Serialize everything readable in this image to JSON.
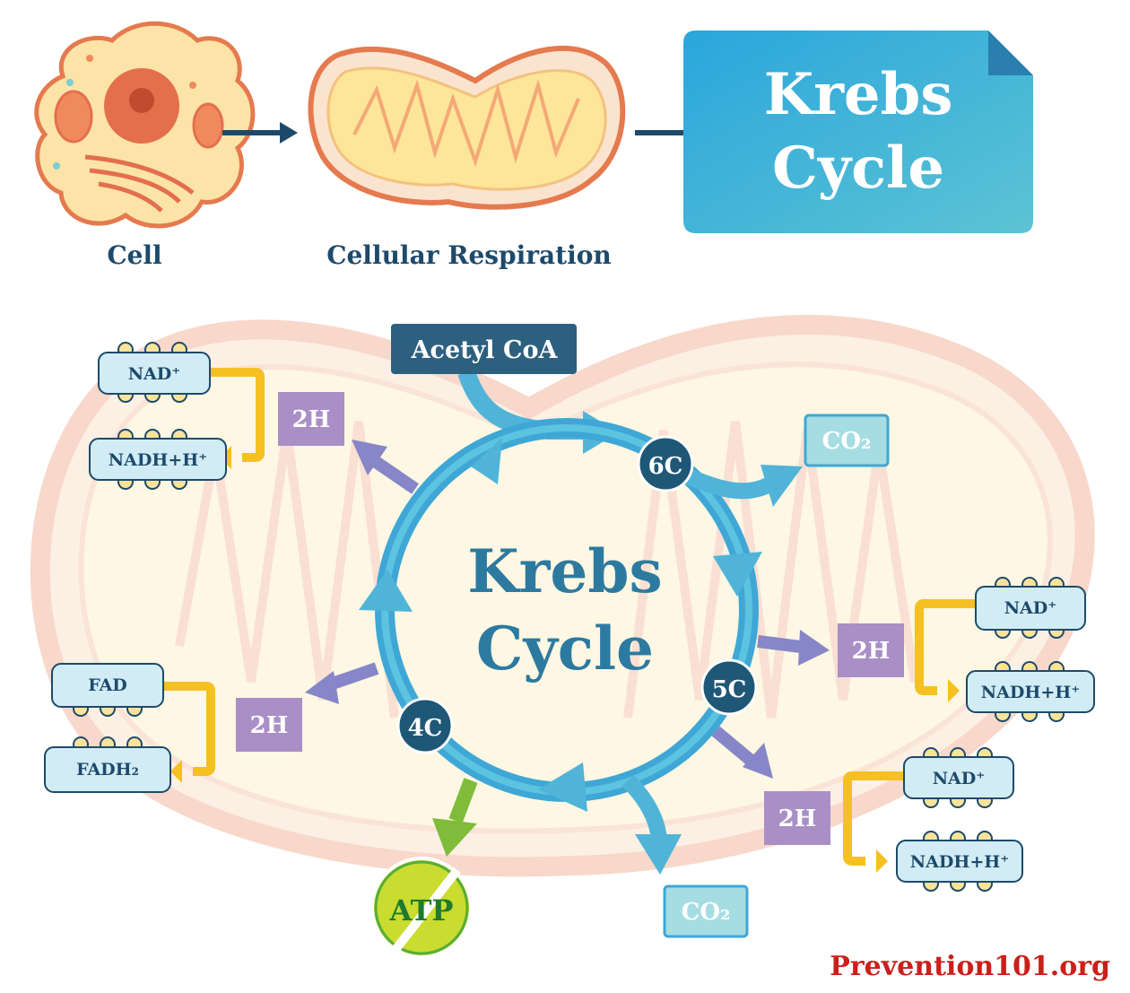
{
  "header": {
    "cell_label": "Cell",
    "respiration_label": "Cellular Respiration",
    "title_line1": "Krebs",
    "title_line2": "Cycle"
  },
  "cycle": {
    "center_line1": "Krebs",
    "center_line2": "Cycle",
    "input": "Acetyl CoA",
    "node_6c": "6C",
    "node_5c": "5C",
    "node_4c": "4C",
    "atp": "ATP"
  },
  "outputs": {
    "co2_top": "CO₂",
    "co2_bottom": "CO₂",
    "h_top_left": "2H",
    "h_left": "2H",
    "h_right": "2H",
    "h_bottom_right": "2H"
  },
  "carriers": {
    "top_left": {
      "from": "NAD⁺",
      "to": "NADH+H⁺"
    },
    "left": {
      "from": "FAD",
      "to": "FADH₂"
    },
    "right": {
      "from": "NAD⁺",
      "to": "NADH+H⁺"
    },
    "bottom_right": {
      "from": "NAD⁺",
      "to": "NADH+H⁺"
    }
  },
  "footer": {
    "site": "Prevention101.org"
  },
  "colors": {
    "cycle_blue": "#3ea7d6",
    "node_dark": "#1f5776",
    "title_blue": "#35b6de",
    "purple_box": "#a98fc6",
    "purple_arrow": "#8686c8",
    "teal_box": "#a6dde2",
    "carrier_fill": "#d2ecf5",
    "yellow_arrow": "#f5c022",
    "atp_green": "#56ad3b",
    "footer_red": "#cc1f1a"
  }
}
